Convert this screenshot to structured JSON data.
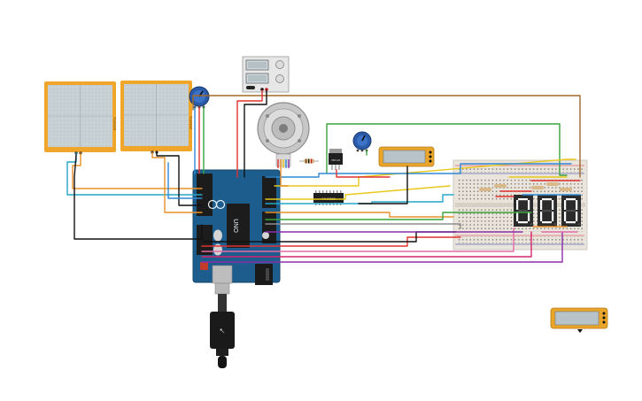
{
  "canvas": {
    "background": "#ffffff"
  },
  "colors": {
    "board": "#1d5d8e",
    "board_dark": "#14456b",
    "header": "#1c1c1c",
    "lcd_frame": "#e8a52a",
    "lcd_screen": "#b7c3c9",
    "touchpad_frame": "#f0a52b",
    "touchpad_grid": "#c9d3d6",
    "breadboard": "#e9e4dc",
    "seg_body": "#2b2b2b",
    "seg_off": "#4a4a4a",
    "seg_on": "#ffffff",
    "pot_knob": "#2a5aa8",
    "motor_body": "#d0d0d0",
    "wire_red": "#e0322f",
    "wire_green": "#3aa33a",
    "wire_blue": "#2f89d6",
    "wire_orange": "#e8902a",
    "wire_yellow": "#e8c81c",
    "wire_black": "#111111",
    "wire_brown": "#a0682a",
    "wire_purple": "#8a2ea8",
    "wire_magenta": "#d8246e",
    "wire_gray": "#8d8d8d",
    "wire_cyan": "#24a6c7",
    "wire_pink": "#e66aa6"
  },
  "components": {
    "touchpad_left": {
      "label": "Touchpad",
      "icon": "touchpad-icon"
    },
    "touchpad_right": {
      "label": "Touchpad",
      "icon": "touchpad-icon"
    },
    "potentiometer_left": {
      "icon": "potentiometer-icon"
    },
    "potentiometer_right": {
      "icon": "potentiometer-icon"
    },
    "dc_motor": {
      "icon": "dc-motor-icon"
    },
    "power_supply": {
      "icon": "power-supply-icon"
    },
    "voltage_regulator": {
      "label": "78P123"
    },
    "shift_register": {
      "label": "74HC595"
    },
    "lcd_top": {
      "icon": "lcd-icon"
    },
    "lcd_bottom": {
      "icon": "lcd-icon"
    },
    "arduino": {
      "label": "UNO",
      "brand_icon": "arduino-logo-icon"
    },
    "usb_cable": {
      "icon": "usb-cable-icon"
    },
    "breadboard": {
      "icon": "breadboard-icon"
    },
    "seven_segment": {
      "digits": 3,
      "icon": "seven-segment-icon"
    }
  }
}
